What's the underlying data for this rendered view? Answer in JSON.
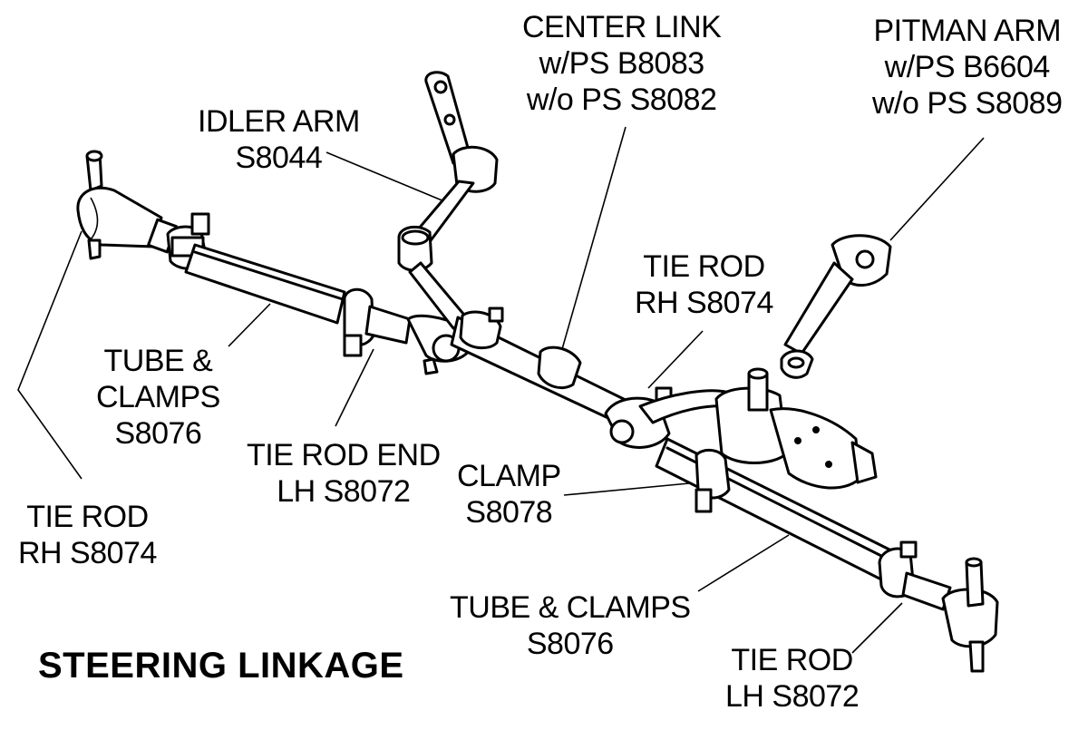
{
  "diagram": {
    "title": "STEERING LINKAGE",
    "labels": {
      "center_link": [
        "CENTER LINK",
        "w/PS  B8083",
        "w/o PS  S8082"
      ],
      "pitman_arm": [
        "PITMAN ARM",
        "w/PS   B6604",
        "w/o PS  S8089"
      ],
      "idler_arm": [
        "IDLER ARM",
        "S8044"
      ],
      "tie_rod_rh_upper": [
        "TIE ROD",
        "RH S8074"
      ],
      "tube_clamps_upper": [
        "TUBE &",
        "CLAMPS",
        "S8076"
      ],
      "tie_rod_end_lh": [
        "TIE ROD END",
        "LH  S8072"
      ],
      "clamp": [
        "CLAMP",
        "S8078"
      ],
      "tie_rod_rh_lower": [
        "TIE ROD",
        "RH  S8074"
      ],
      "tube_clamps_lower": [
        "TUBE & CLAMPS",
        "S8076"
      ],
      "tie_rod_lh_lower": [
        "TIE ROD",
        "LH  S8072"
      ]
    }
  }
}
